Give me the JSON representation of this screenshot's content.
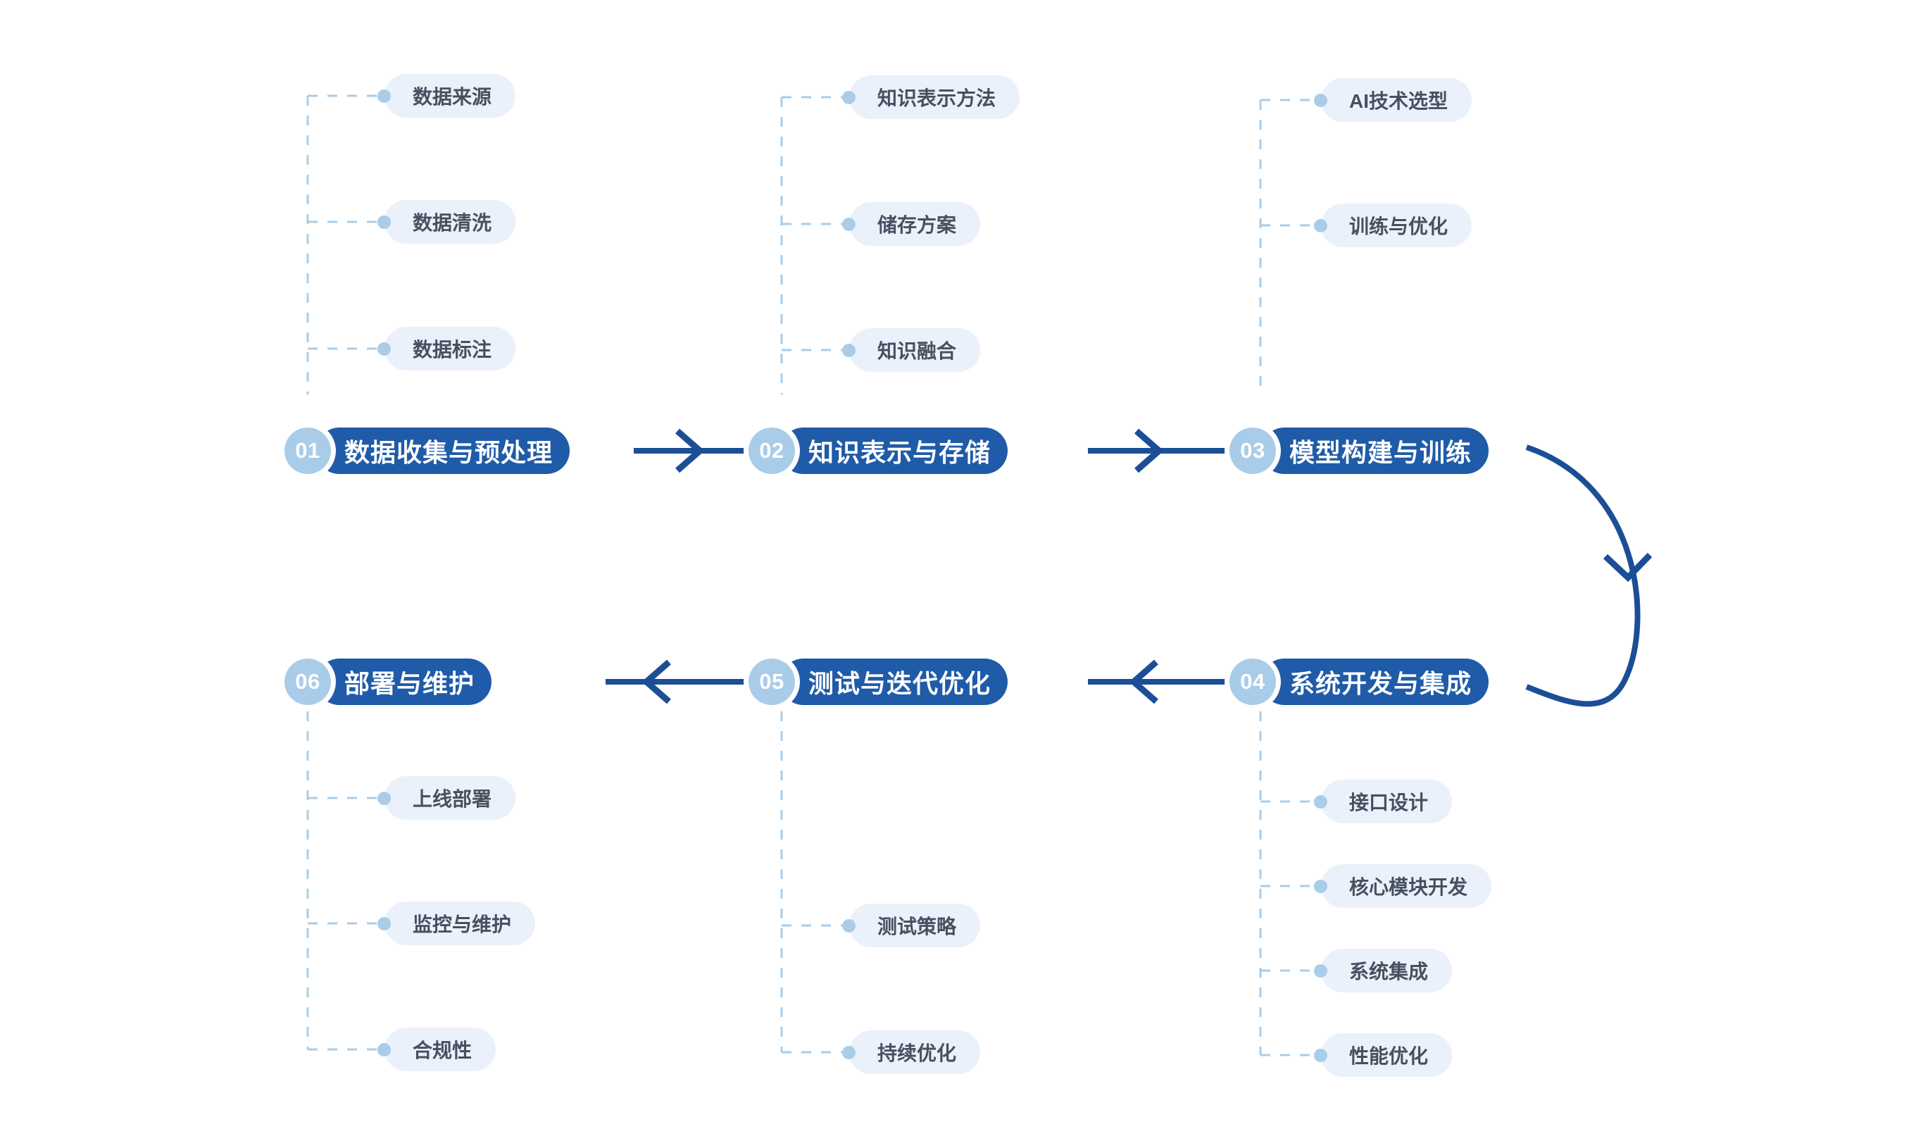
{
  "theme": {
    "background": "#ffffff",
    "primary": "#1f5ba8",
    "badge": "#a9cce9",
    "leaf_bg": "#eaf1fa",
    "leaf_text": "#475061",
    "dash": "#a9cce9",
    "arrow": "#1b4e96"
  },
  "diagram": {
    "type": "process-flow",
    "stages": [
      {
        "number": "01",
        "title": "数据收集与预处理",
        "children": [
          "数据来源",
          "数据清洗",
          "数据标注"
        ]
      },
      {
        "number": "02",
        "title": "知识表示与存储",
        "children": [
          "知识表示方法",
          "储存方案",
          "知识融合"
        ]
      },
      {
        "number": "03",
        "title": "模型构建与训练",
        "children": [
          "AI技术选型",
          "训练与优化"
        ]
      },
      {
        "number": "04",
        "title": "系统开发与集成",
        "children": [
          "接口设计",
          "核心模块开发",
          "系统集成",
          "性能优化"
        ]
      },
      {
        "number": "05",
        "title": "测试与迭代优化",
        "children": [
          "测试策略",
          "持续优化"
        ]
      },
      {
        "number": "06",
        "title": "部署与维护",
        "children": [
          "上线部署",
          "监控与维护",
          "合规性"
        ]
      }
    ],
    "flow_order": [
      "01",
      "02",
      "03",
      "04",
      "05",
      "06"
    ]
  }
}
